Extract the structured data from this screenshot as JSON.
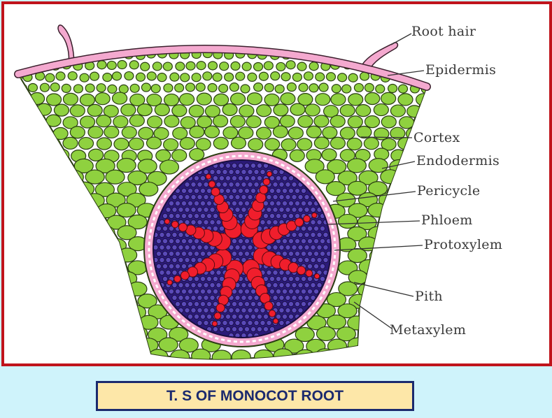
{
  "labels": {
    "root_hair": "Root hair",
    "epidermis": "Epidermis",
    "cortex": "Cortex",
    "endodermis": "Endodermis",
    "pericycle": "Pericycle",
    "phloem": "Phloem",
    "protoxylem": "Protoxylem",
    "pith": "Pith",
    "metaxylem": "Metaxylem"
  },
  "caption": "T. S OF MONOCOT ROOT",
  "colors": {
    "frame_border": "#c0141c",
    "page_background": "#cff3fb",
    "cortex_cell": "#8fd13f",
    "epidermis": "#f4a9cf",
    "stele": "#2b1a78",
    "xylem": "#f01e2c",
    "caption_background": "#fde7a8",
    "caption_border": "#1b2a6e"
  }
}
